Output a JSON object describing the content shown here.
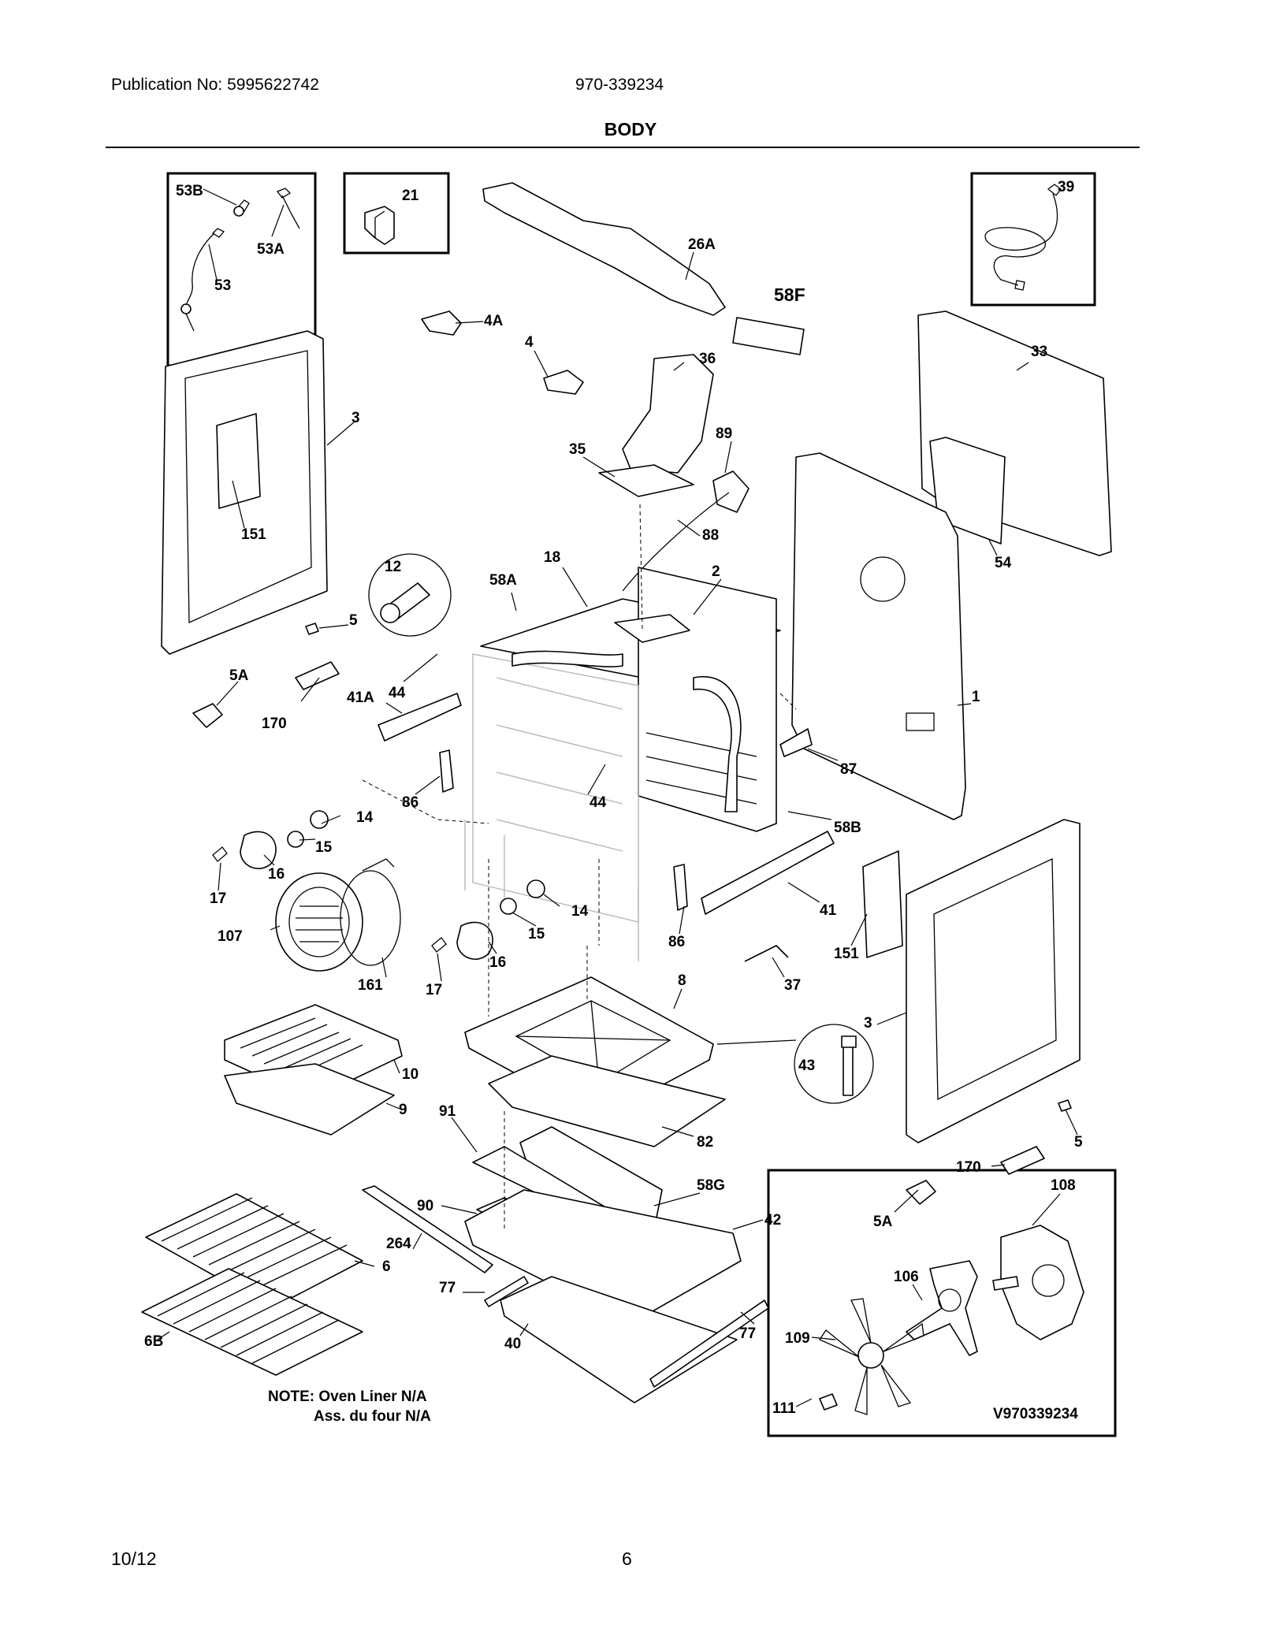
{
  "header": {
    "publication": "Publication No: 5995622742",
    "model": "970-339234",
    "title": "BODY"
  },
  "diagram": {
    "callouts": [
      {
        "id": "53B"
      },
      {
        "id": "53A"
      },
      {
        "id": "53"
      },
      {
        "id": "21"
      },
      {
        "id": "26A"
      },
      {
        "id": "39"
      },
      {
        "id": "58F"
      },
      {
        "id": "4A"
      },
      {
        "id": "4"
      },
      {
        "id": "36"
      },
      {
        "id": "33"
      },
      {
        "id": "3"
      },
      {
        "id": "35"
      },
      {
        "id": "89"
      },
      {
        "id": "151"
      },
      {
        "id": "88"
      },
      {
        "id": "54"
      },
      {
        "id": "12"
      },
      {
        "id": "18"
      },
      {
        "id": "58A"
      },
      {
        "id": "2"
      },
      {
        "id": "5"
      },
      {
        "id": "5A"
      },
      {
        "id": "44"
      },
      {
        "id": "41A"
      },
      {
        "id": "170"
      },
      {
        "id": "1"
      },
      {
        "id": "87"
      },
      {
        "id": "86"
      },
      {
        "id": "44"
      },
      {
        "id": "58B"
      },
      {
        "id": "14"
      },
      {
        "id": "15"
      },
      {
        "id": "16"
      },
      {
        "id": "17"
      },
      {
        "id": "107"
      },
      {
        "id": "161"
      },
      {
        "id": "14"
      },
      {
        "id": "15"
      },
      {
        "id": "41"
      },
      {
        "id": "86"
      },
      {
        "id": "16"
      },
      {
        "id": "17"
      },
      {
        "id": "151"
      },
      {
        "id": "37"
      },
      {
        "id": "8"
      },
      {
        "id": "3"
      },
      {
        "id": "43"
      },
      {
        "id": "10"
      },
      {
        "id": "9"
      },
      {
        "id": "91"
      },
      {
        "id": "82"
      },
      {
        "id": "5"
      },
      {
        "id": "170"
      },
      {
        "id": "58G"
      },
      {
        "id": "108"
      },
      {
        "id": "90"
      },
      {
        "id": "42"
      },
      {
        "id": "5A"
      },
      {
        "id": "264"
      },
      {
        "id": "6"
      },
      {
        "id": "106"
      },
      {
        "id": "77"
      },
      {
        "id": "77"
      },
      {
        "id": "6B"
      },
      {
        "id": "40"
      },
      {
        "id": "109"
      },
      {
        "id": "111"
      }
    ],
    "note_line1": "NOTE: Oven Liner N/A",
    "note_line2": "Ass. du four N/A",
    "drawing_id": "V970339234"
  },
  "footer": {
    "date": "10/12",
    "page": "6"
  }
}
